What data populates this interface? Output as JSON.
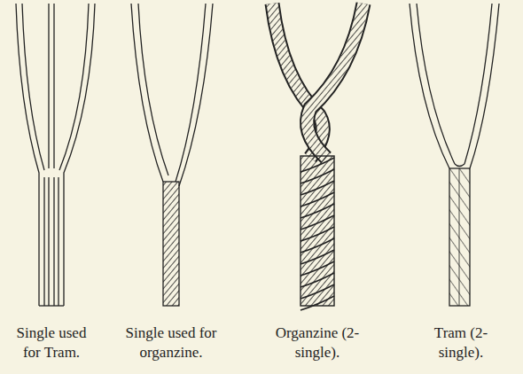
{
  "diagram": {
    "labels": [
      "Single used for Tram.",
      "Single used for organzine.",
      "Organzine (2-single).",
      "Tram (2-single)."
    ]
  }
}
